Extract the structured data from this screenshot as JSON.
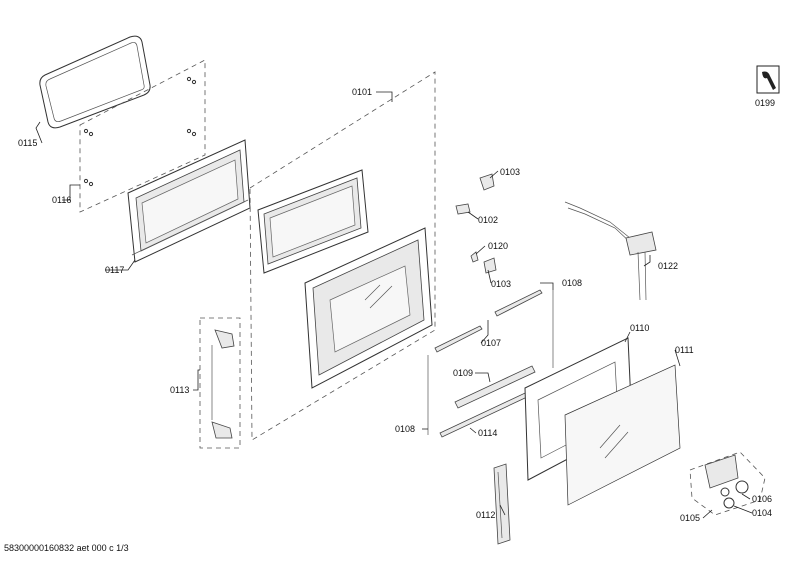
{
  "labels": {
    "l0101": "0101",
    "l0102": "0102",
    "l0103a": "0103",
    "l0103b": "0103",
    "l0104": "0104",
    "l0105": "0105",
    "l0106": "0106",
    "l0107": "0107",
    "l0108a": "0108",
    "l0108b": "0108",
    "l0109": "0109",
    "l0110": "0110",
    "l0111": "0111",
    "l0112": "0112",
    "l0113": "0113",
    "l0114": "0114",
    "l0115": "0115",
    "l0116": "0116",
    "l0117": "0117",
    "l0120": "0120",
    "l0122": "0122",
    "l0199": "0199"
  },
  "footer": "58300000160832 aet 000 c 1/3",
  "icons": {
    "service": "wrench-service-icon"
  }
}
